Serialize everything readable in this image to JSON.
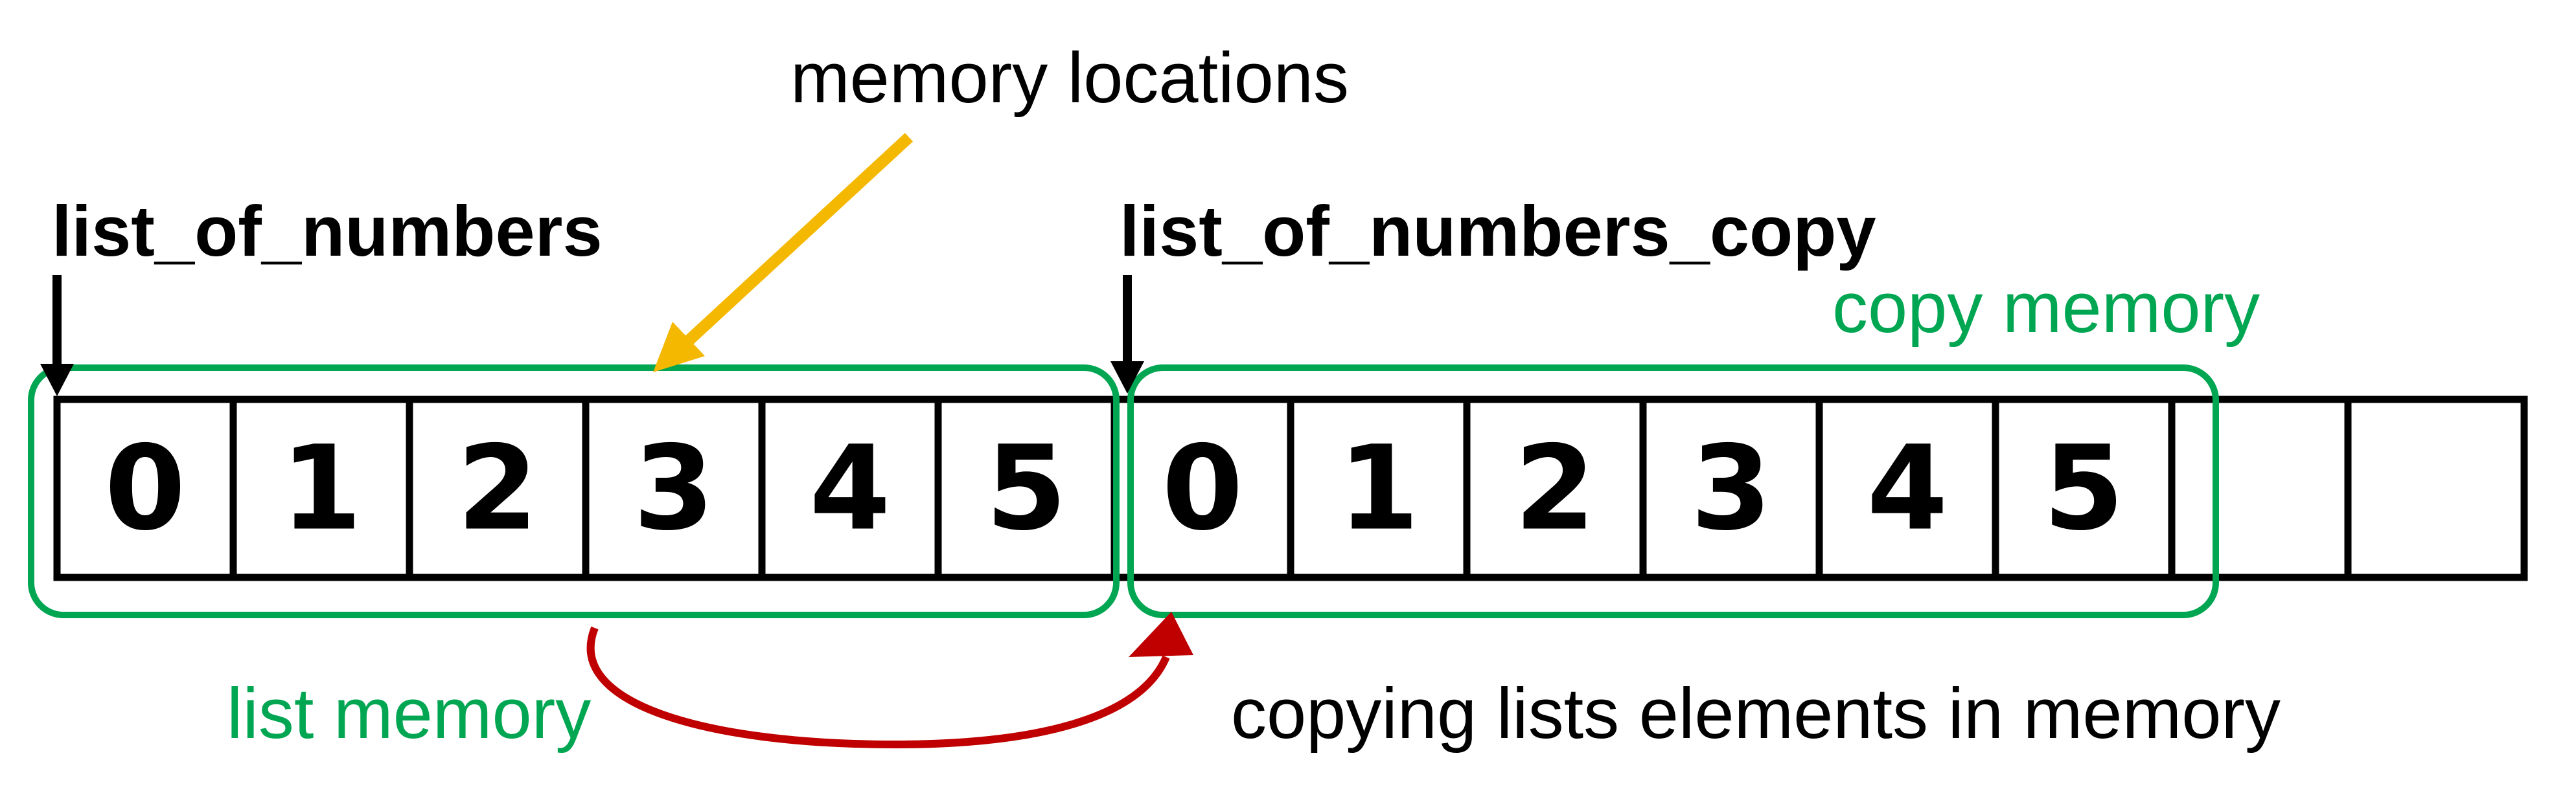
{
  "labels": {
    "memory_locations": "memory locations",
    "list_of_numbers": "list_of_numbers",
    "list_of_numbers_copy": "list_of_numbers_copy",
    "copy_memory": "copy memory",
    "list_memory": "list memory",
    "copying_caption": "copying lists elements in memory"
  },
  "cells": [
    "0",
    "1",
    "2",
    "3",
    "4",
    "5",
    "0",
    "1",
    "2",
    "3",
    "4",
    "5",
    "",
    ""
  ],
  "colors": {
    "black": "#000000",
    "green": "#00a651",
    "yellow": "#f5b800",
    "red": "#c00000"
  }
}
